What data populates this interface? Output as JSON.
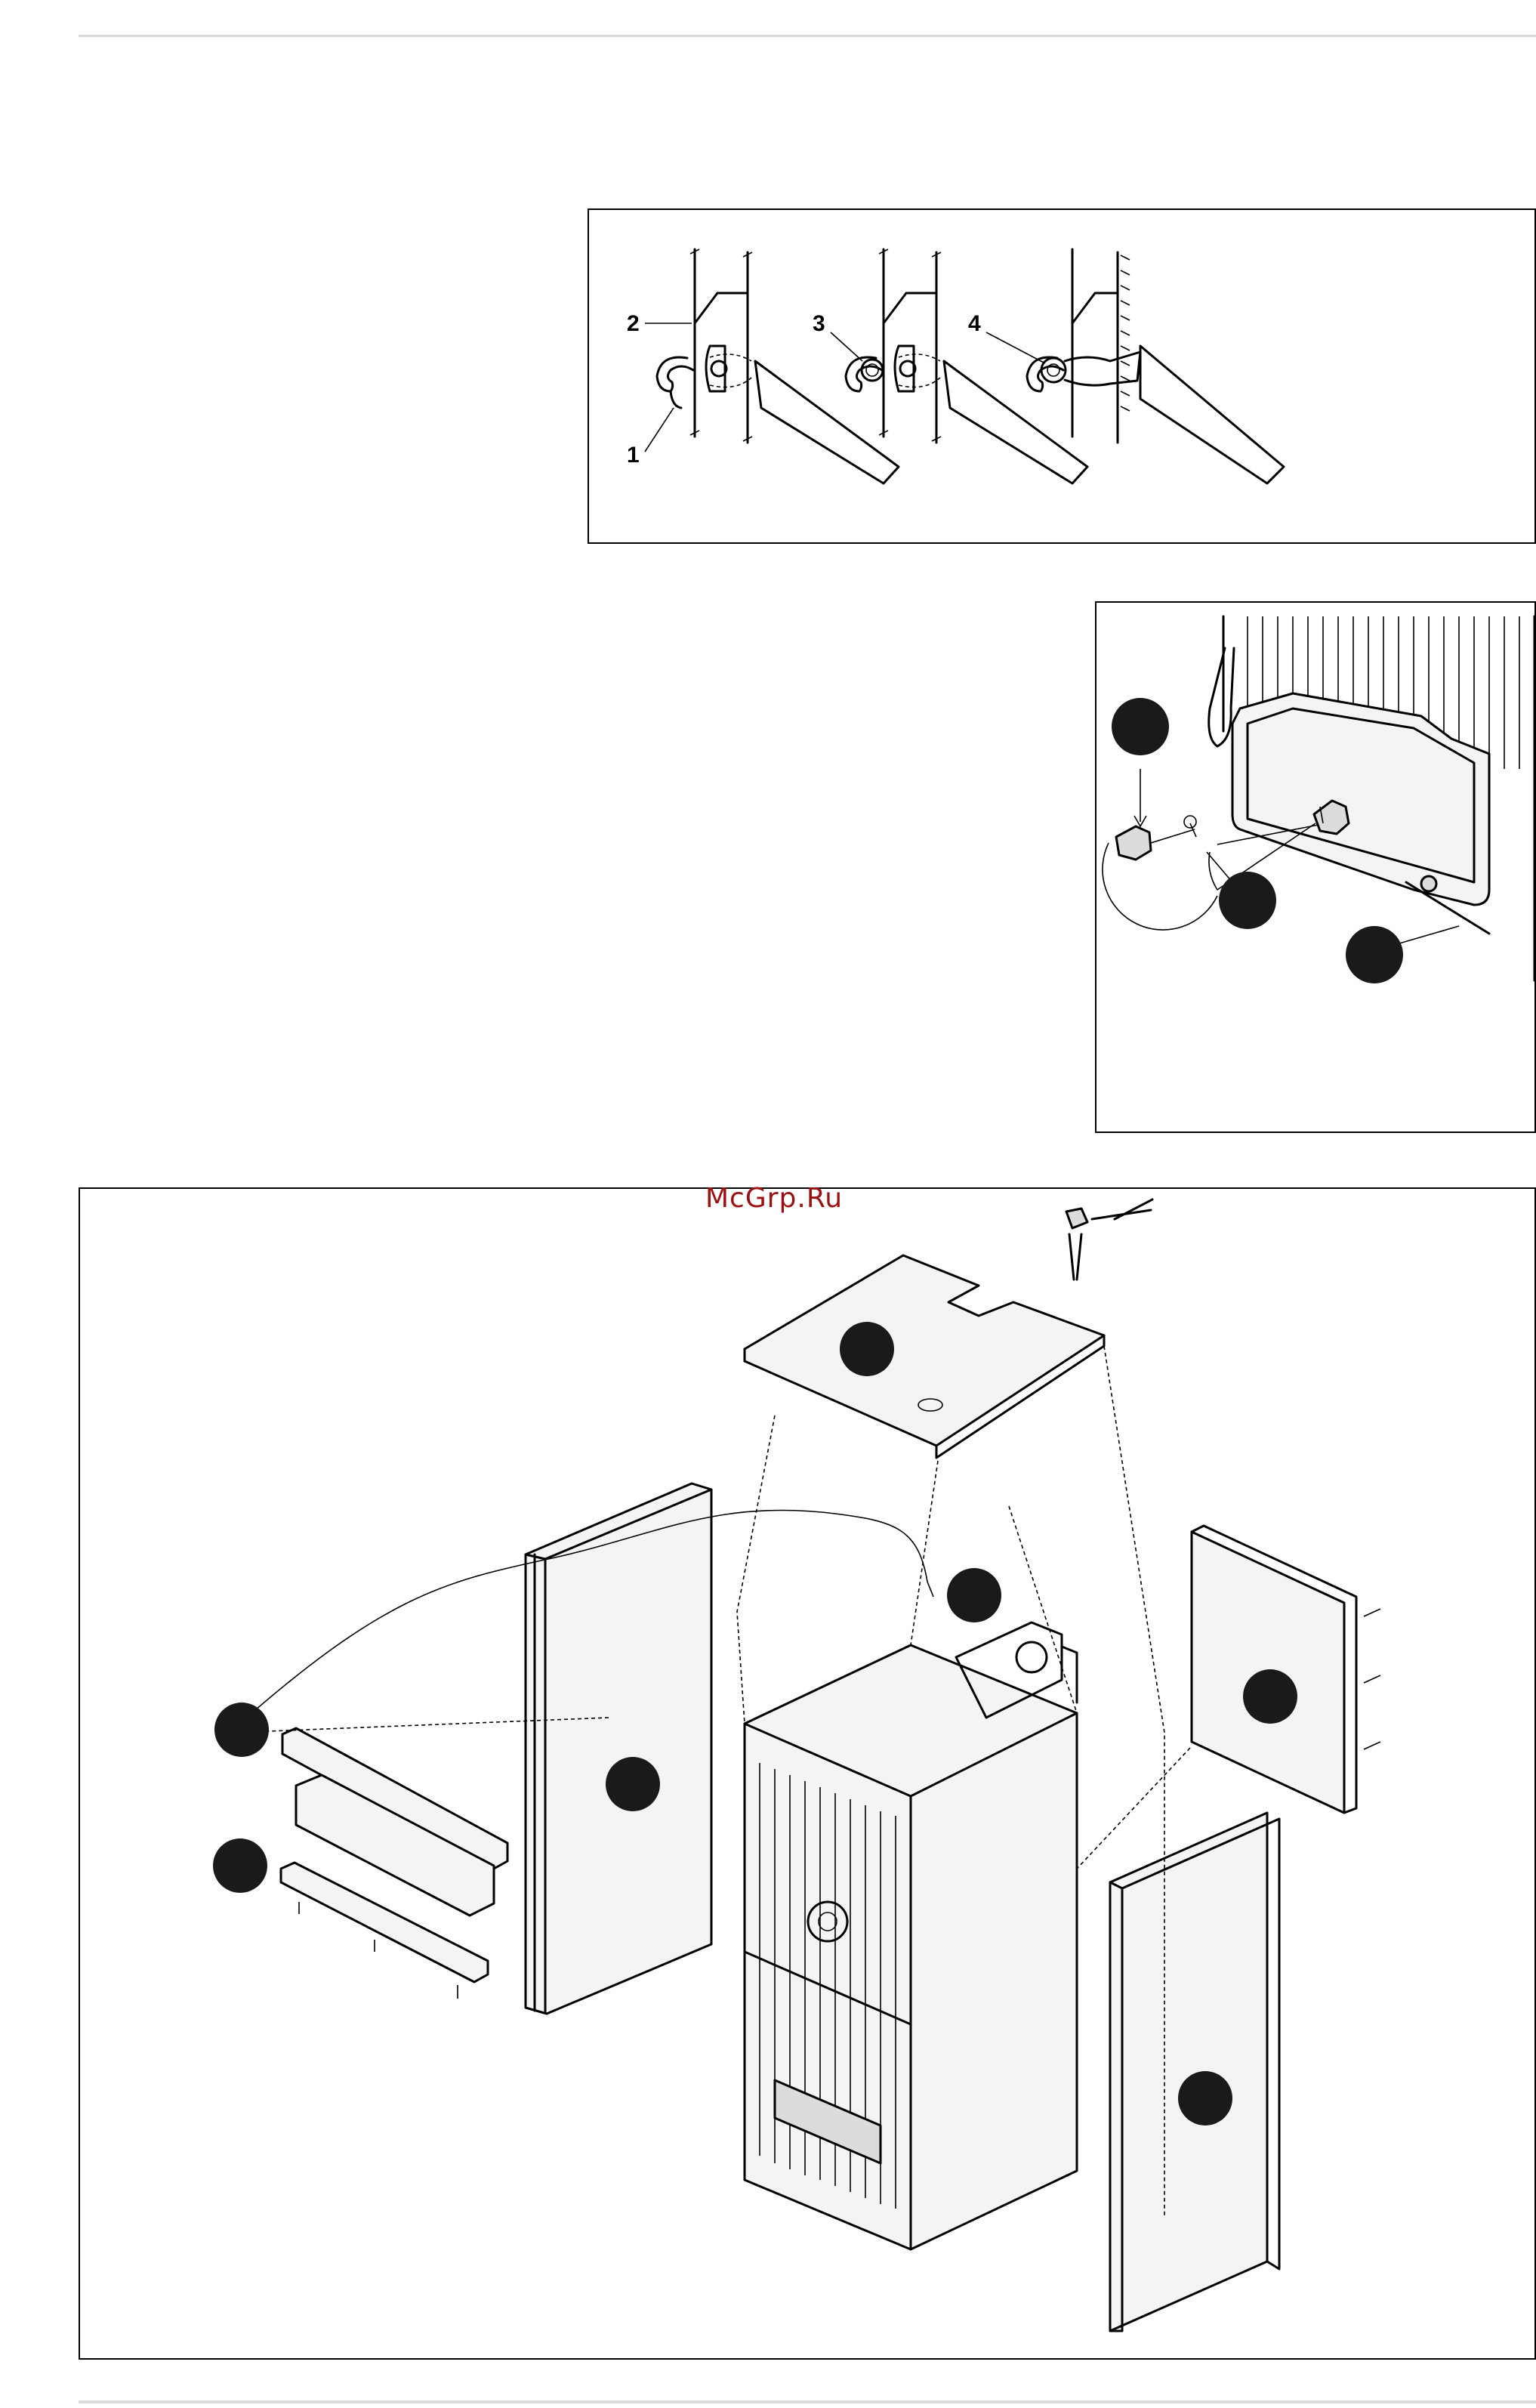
{
  "watermark": "McGrp.Ru",
  "hinge_figure": {
    "labels": [
      "1",
      "2",
      "3",
      "4"
    ]
  },
  "icons": {
    "callout": "callout-dot-icon"
  }
}
